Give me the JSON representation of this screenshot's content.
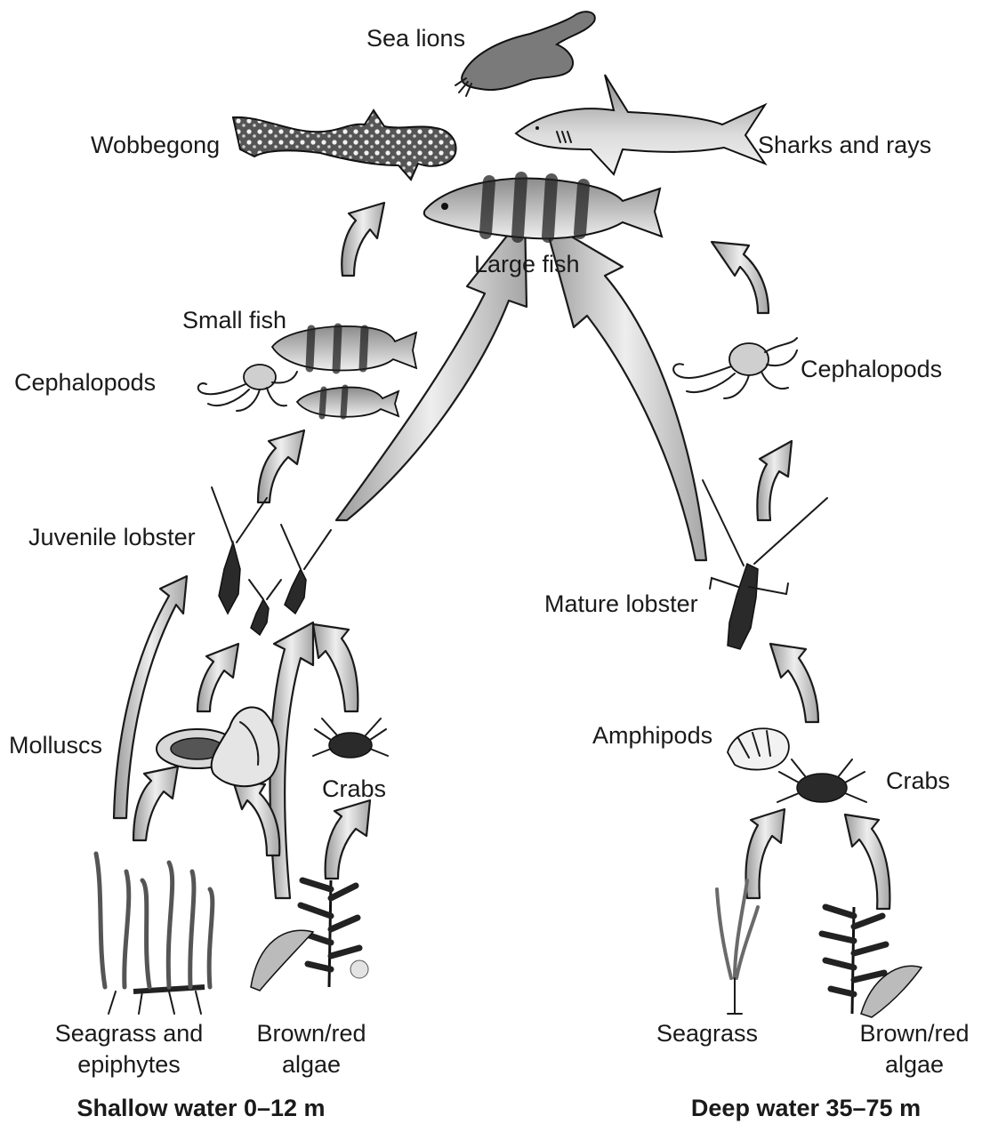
{
  "labels": {
    "sea_lions": "Sea lions",
    "wobbegong": "Wobbegong",
    "sharks_rays": "Sharks and rays",
    "large_fish": "Large fish",
    "small_fish": "Small fish",
    "cephalopods_left": "Cephalopods",
    "cephalopods_right": "Cephalopods",
    "juvenile_lobster": "Juvenile lobster",
    "mature_lobster": "Mature lobster",
    "molluscs": "Molluscs",
    "crabs_left": "Crabs",
    "amphipods": "Amphipods",
    "crabs_right": "Crabs",
    "seagrass_epiphytes_1": "Seagrass and",
    "seagrass_epiphytes_2": "epiphytes",
    "brown_red_left_1": "Brown/red",
    "brown_red_left_2": "algae",
    "seagrass_right": "Seagrass",
    "brown_red_right_1": "Brown/red",
    "brown_red_right_2": "algae"
  },
  "headings": {
    "shallow": "Shallow water 0–12 m",
    "deep": "Deep water 35–75 m"
  }
}
